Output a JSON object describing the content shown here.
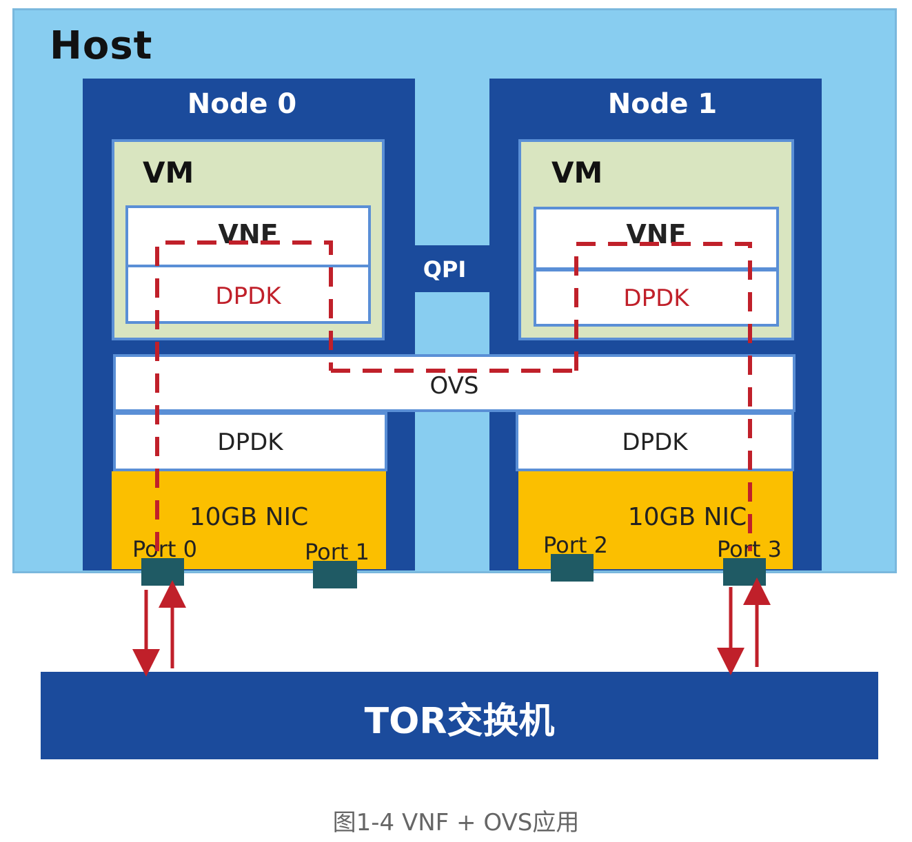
{
  "host": {
    "title": "Host"
  },
  "nodes": [
    {
      "title": "Node 0",
      "vm": "VM",
      "vnf": "VNF",
      "vm_dpdk": "DPDK",
      "host_dpdk": "DPDK",
      "nic": "10GB NIC",
      "ports": [
        "Port 0",
        "Port 1"
      ]
    },
    {
      "title": "Node 1",
      "vm": "VM",
      "vnf": "VNF",
      "vm_dpdk": "DPDK",
      "host_dpdk": "DPDK",
      "nic": "10GB  NIC",
      "ports": [
        "Port 2",
        "Port 3"
      ]
    }
  ],
  "qpi": "QPI",
  "ovs": "OVS",
  "tor": "TOR交换机",
  "caption": "图1-4 VNF + OVS应用",
  "colors": {
    "host_bg": "#88cdf0",
    "node_bg": "#1b4b9c",
    "vm_bg": "#d9e5c0",
    "nic_bg": "#fbbf00",
    "port": "#1f5a64",
    "path": "#c0202a"
  }
}
